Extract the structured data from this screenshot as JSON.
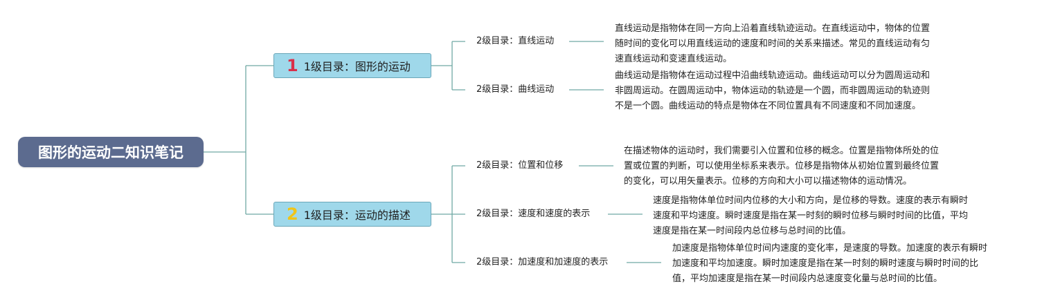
{
  "root": {
    "title": "图形的运动二知识笔记"
  },
  "branches": [
    {
      "number": "1",
      "label": "1级目录：图形的运动",
      "children": [
        {
          "label": "2级目录：直线运动",
          "lines": [
            "直线运动是指物体在同一方向上沿着直线轨迹运动。在直线运动中，物体的位置",
            "随时间的变化可以用直线运动的速度和时间的关系来描述。常见的直线运动有匀",
            "速直线运动和变速直线运动。"
          ]
        },
        {
          "label": "2级目录：曲线运动",
          "lines": [
            "曲线运动是指物体在运动过程中沿曲线轨迹运动。曲线运动可以分为圆周运动和",
            "非圆周运动。在圆周运动中，物体运动的轨迹是一个圆，而非圆周运动的轨迹则",
            "不是一个圆。曲线运动的特点是物体在不同位置具有不同速度和不同加速度。"
          ]
        }
      ]
    },
    {
      "number": "2",
      "label": "1级目录：运动的描述",
      "children": [
        {
          "label": "2级目录：位置和位移",
          "lines": [
            "在描述物体的运动时，我们需要引入位置和位移的概念。位置是指物体所处的位",
            "置或位置的判断，可以使用坐标系来表示。位移是指物体从初始位置到最终位置",
            "的变化，可以用矢量表示。位移的方向和大小可以描述物体的运动情况。"
          ]
        },
        {
          "label": "2级目录：速度和速度的表示",
          "lines": [
            "速度是指物体单位时间内位移的大小和方向，是位移的导数。速度的表示有瞬时",
            "速度和平均速度。瞬时速度是指在某一时刻的瞬时位移与瞬时时间的比值，平均",
            "速度是指在某一时间段内总位移与总时间的比值。"
          ]
        },
        {
          "label": "2级目录：加速度和加速度的表示",
          "lines": [
            "加速度是指物体单位时间内速度的变化率，是速度的导数。加速度的表示有瞬时",
            "加速度和平均加速度。瞬时加速度是指在某一时刻的瞬时速度与瞬时时间的比",
            "值，平均加速度是指在某一时间段内总速度变化量与总时间的比值。"
          ]
        }
      ]
    }
  ],
  "colors": {
    "root_fill": "#5c6b8f",
    "branch_fill": "#9fd8ea",
    "branch_border": "#6aa6b8",
    "connector": "#6fa9a3",
    "number_1": "#d9304a",
    "number_2": "#f0c419"
  }
}
